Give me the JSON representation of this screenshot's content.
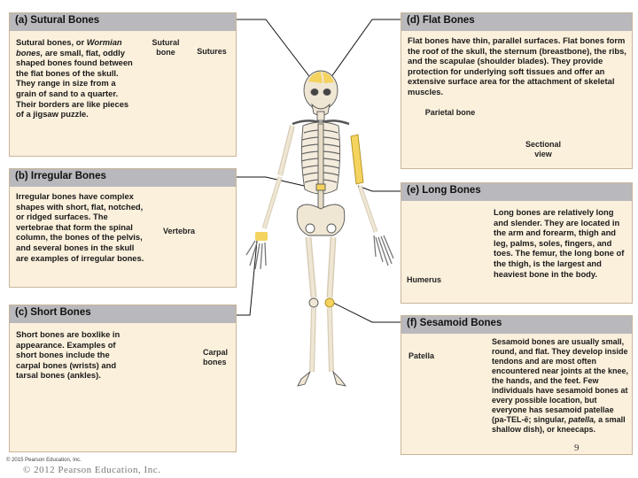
{
  "panels": {
    "sutural": {
      "title": "(a) Sutural Bones",
      "text_lead": "Sutural bones, or",
      "text_italic": "Wormian bones,",
      "text_rest": "are small, flat, oddly shaped bones found between the flat bones of the skull. They range in size from a grain of sand to a quarter. Their borders are like pieces of a jigsaw puzzle.",
      "label_bone": "Sutural bone",
      "label_sutures": "Sutures"
    },
    "irregular": {
      "title": "(b) Irregular Bones",
      "text_lead": "Irregular bones",
      "text_rest": "have complex shapes with short, flat, notched, or ridged surfaces. The vertebrae that form the spinal column, the bones of the pelvis, and several bones in the skull are examples of irregular bones.",
      "label_vertebra": "Vertebra"
    },
    "short": {
      "title": "(c) Short Bones",
      "text_lead": "Short bones",
      "text_rest": "are boxlike in appearance. Examples of short bones include the carpal bones (wrists) and tarsal bones (ankles).",
      "label_carpal": "Carpal bones"
    },
    "flat": {
      "title": "(d) Flat Bones",
      "text_lead": "Flat bones",
      "text_rest": "have thin, parallel surfaces. Flat bones form the roof of the skull, the sternum (breastbone), the ribs, and the scapulae (shoulder blades). They provide protection for underlying soft tissues and offer an extensive surface area for the attachment of skeletal muscles.",
      "label_parietal": "Parietal bone",
      "label_section": "Sectional view"
    },
    "long": {
      "title": "(e) Long Bones",
      "text_lead": "Long bones",
      "text_rest": "are relatively long and slender. They are located in the arm and forearm, thigh and leg, palms, soles, fingers, and toes. The femur, the long bone of the thigh, is the largest and heaviest bone in the body.",
      "label_humerus": "Humerus"
    },
    "sesamoid": {
      "title": "(f) Sesamoid Bones",
      "text_lead": "Sesamoid bones",
      "text_rest_1": "are usually small, round, and flat. They develop inside tendons and are most often encountered near joints at the knee, the hands, and the feet. Few individuals have sesamoid bones at every possible location, but everyone has sesamoid patellae (pa-TEL-ē; singular,",
      "text_italic": "patella,",
      "text_rest_2": "a small shallow dish), or kneecaps.",
      "label_patella": "Patella"
    }
  },
  "footer": {
    "copyright": "© 2015 Pearson Education, Inc.",
    "ghost": "© 2012 Pearson Education, Inc.",
    "page_number": "9"
  },
  "colors": {
    "panel_bg": "#fbf0dc",
    "panel_header": "#b9b9bd",
    "bone": "#efe6d4",
    "bone_outline": "#555555",
    "highlight": "#f4d35e",
    "leader": "#111111"
  }
}
